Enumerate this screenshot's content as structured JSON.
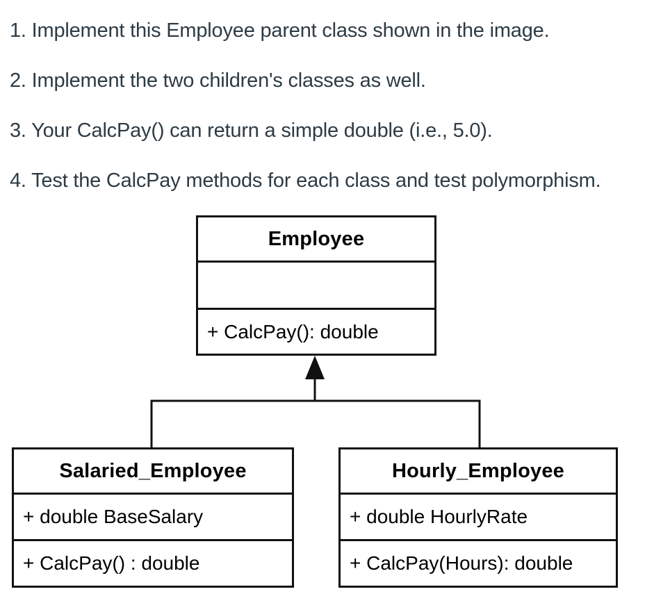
{
  "colors": {
    "background": "#ffffff",
    "instruction_text": "#2d3b45",
    "diagram_line": "#111111",
    "diagram_text": "#000000"
  },
  "instructions": [
    "1. Implement this Employee parent class shown in the image.",
    "2. Implement the two children's classes as well.",
    "3. Your CalcPay() can return a simple double (i.e., 5.0).",
    "4. Test the CalcPay methods for each class and test polymorphism."
  ],
  "diagram": {
    "type": "uml-class-diagram",
    "relationship": "inheritance",
    "parent": {
      "name": "Employee",
      "attributes": [],
      "methods": [
        "+ CalcPay(): double"
      ]
    },
    "children": [
      {
        "name": "Salaried_Employee",
        "attributes": [
          "+ double BaseSalary"
        ],
        "methods": [
          "+ CalcPay() : double"
        ]
      },
      {
        "name": "Hourly_Employee",
        "attributes": [
          "+ double HourlyRate"
        ],
        "methods": [
          "+ CalcPay(Hours): double"
        ]
      }
    ]
  }
}
